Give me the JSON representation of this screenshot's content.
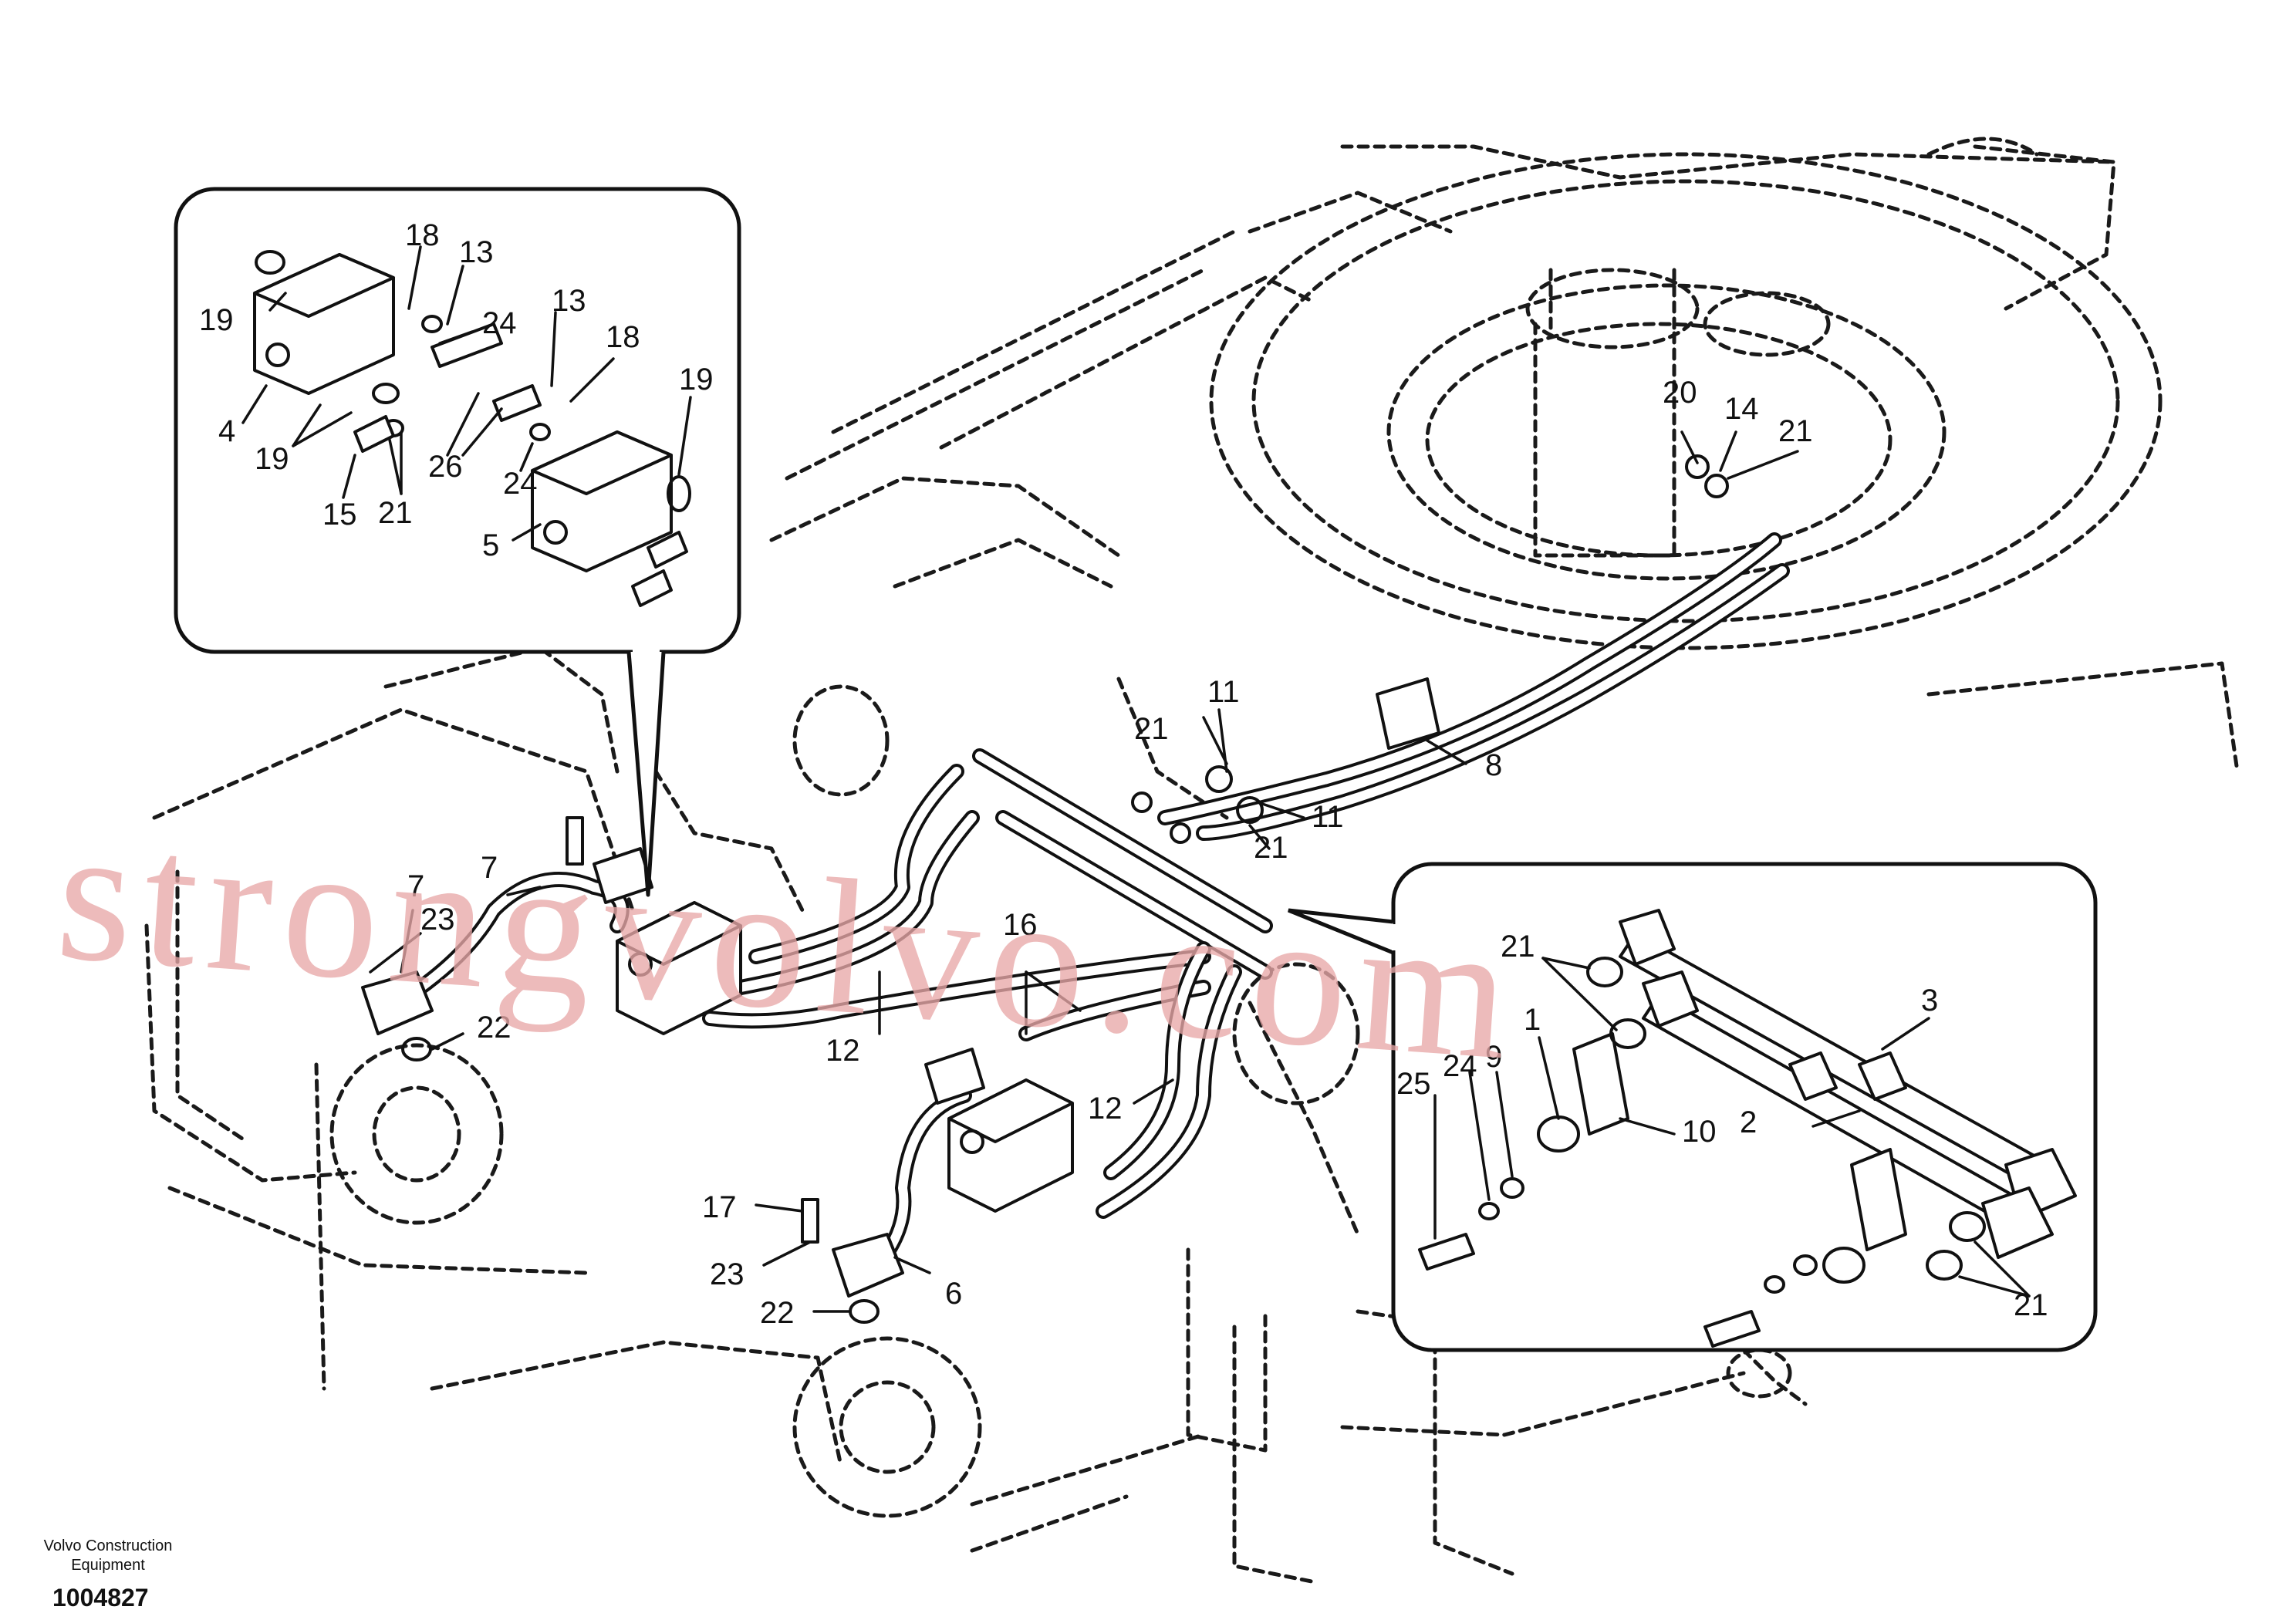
{
  "watermark": "strongvolvo.com",
  "footer": {
    "company_line1": "Volvo Construction",
    "company_line2": "Equipment",
    "drawing_number": "1004827"
  },
  "callouts": {
    "n1": "1",
    "n2": "2",
    "n3": "3",
    "n4": "4",
    "n5": "5",
    "n6": "6",
    "n7": "7",
    "n8": "8",
    "n9": "9",
    "n10": "10",
    "n11": "11",
    "n12": "12",
    "n13": "13",
    "n14": "14",
    "n15": "15",
    "n16": "16",
    "n17": "17",
    "n18": "18",
    "n19": "19",
    "n20": "20",
    "n21": "21",
    "n22": "22",
    "n23": "23",
    "n24": "24",
    "n25": "25",
    "n26": "26"
  }
}
